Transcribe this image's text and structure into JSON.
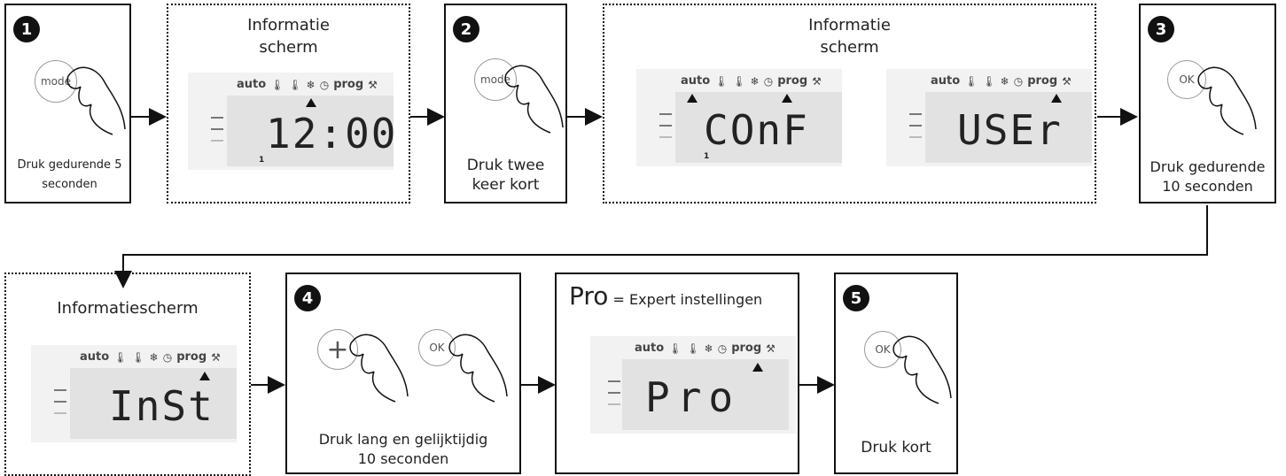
{
  "steps": {
    "s1": {
      "number": "1",
      "button": "mode",
      "caption_line1": "Druk gedurende 5",
      "caption_line2": "seconden"
    },
    "s2": {
      "number": "2",
      "button": "mode",
      "caption_line1": "Druk twee",
      "caption_line2": "keer kort"
    },
    "s3": {
      "number": "3",
      "button": "OK",
      "caption_line1": "Druk gedurende",
      "caption_line2": "10 seconden"
    },
    "s4": {
      "number": "4",
      "button_plus": "+",
      "button_ok": "OK",
      "caption_line1": "Druk  lang en gelijktijdig",
      "caption_line2": "10 seconden"
    },
    "s5": {
      "number": "5",
      "button": "OK",
      "caption": "Druk kort"
    }
  },
  "info1": {
    "title_line1": "Informatie",
    "title_line2": "scherm",
    "display": "12:00",
    "index": "1"
  },
  "info2": {
    "title_line1": "Informatie",
    "title_line2": "scherm",
    "display_a": "COnF",
    "display_b": "USEr",
    "index": "1"
  },
  "info3": {
    "title": "Informatiescherm",
    "display": "InSt"
  },
  "pro": {
    "big": "Pro",
    "label": "= Expert instellingen",
    "display": "Pro"
  },
  "lcd_icons": {
    "auto": "auto",
    "prog": "prog"
  }
}
